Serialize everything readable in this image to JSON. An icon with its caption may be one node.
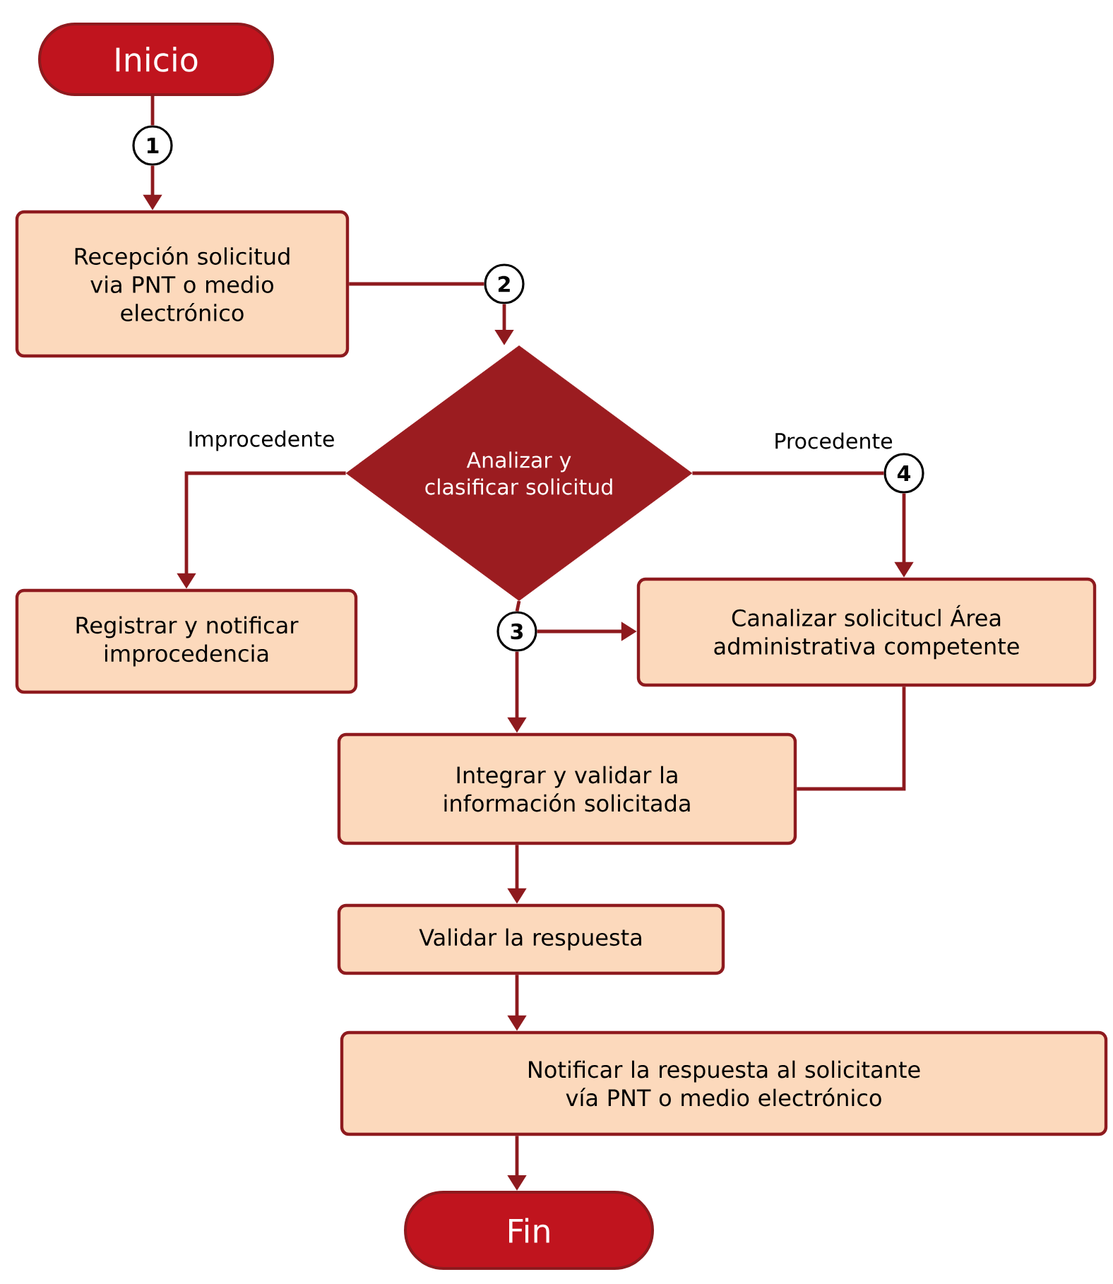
{
  "diagram": {
    "nodes": [
      {
        "text": [
          "Inicio"
        ]
      },
      {
        "text": [
          "1"
        ]
      },
      {
        "text": [
          "Recepción solicitud via PNT o medio electrónico"
        ]
      },
      {
        "text": [
          "2"
        ]
      },
      {
        "text": [
          "Analizar y clasificar solicitud"
        ]
      },
      {
        "text": [
          "Registrar y notificar improcedencia"
        ]
      },
      {
        "text": [
          "4"
        ]
      },
      {
        "text": [
          "Canalizar solicitucl Área administrativa competente"
        ]
      },
      {
        "text": [
          "3"
        ]
      },
      {
        "text": [
          "Integrar y validar la información solicitada"
        ]
      },
      {
        "text": [
          "Validar la respuesta"
        ]
      },
      {
        "text": [
          "Notificar la respuesta al solicitante vía PNT o medio electrónico"
        ]
      },
      {
        "text": [
          "Fin"
        ]
      }
    ],
    "edges": [
      {
        "from": 0,
        "to": 1,
        "arrow": "none"
      },
      {
        "from": 1,
        "to": 2,
        "arrow": "to"
      },
      {
        "from": 2,
        "to": 3,
        "arrow": "none"
      },
      {
        "from": 3,
        "to": 4,
        "arrow": "to"
      },
      {
        "from": 4,
        "to": 5,
        "arrow": "to",
        "label": "Improcedente"
      },
      {
        "from": 4,
        "to": 6,
        "arrow": "none",
        "label": "Procedente"
      },
      {
        "from": 6,
        "to": 7,
        "arrow": "to"
      },
      {
        "from": 4,
        "to": 8,
        "arrow": "none"
      },
      {
        "from": 8,
        "to": 7,
        "arrow": "to"
      },
      {
        "from": 8,
        "to": 9,
        "arrow": "to"
      },
      {
        "from": 7,
        "to": 9,
        "arrow": "none"
      },
      {
        "from": 9,
        "to": 10,
        "arrow": "to"
      },
      {
        "from": 10,
        "to": 11,
        "arrow": "to"
      },
      {
        "from": 11,
        "to": 12,
        "arrow": "to"
      }
    ]
  }
}
